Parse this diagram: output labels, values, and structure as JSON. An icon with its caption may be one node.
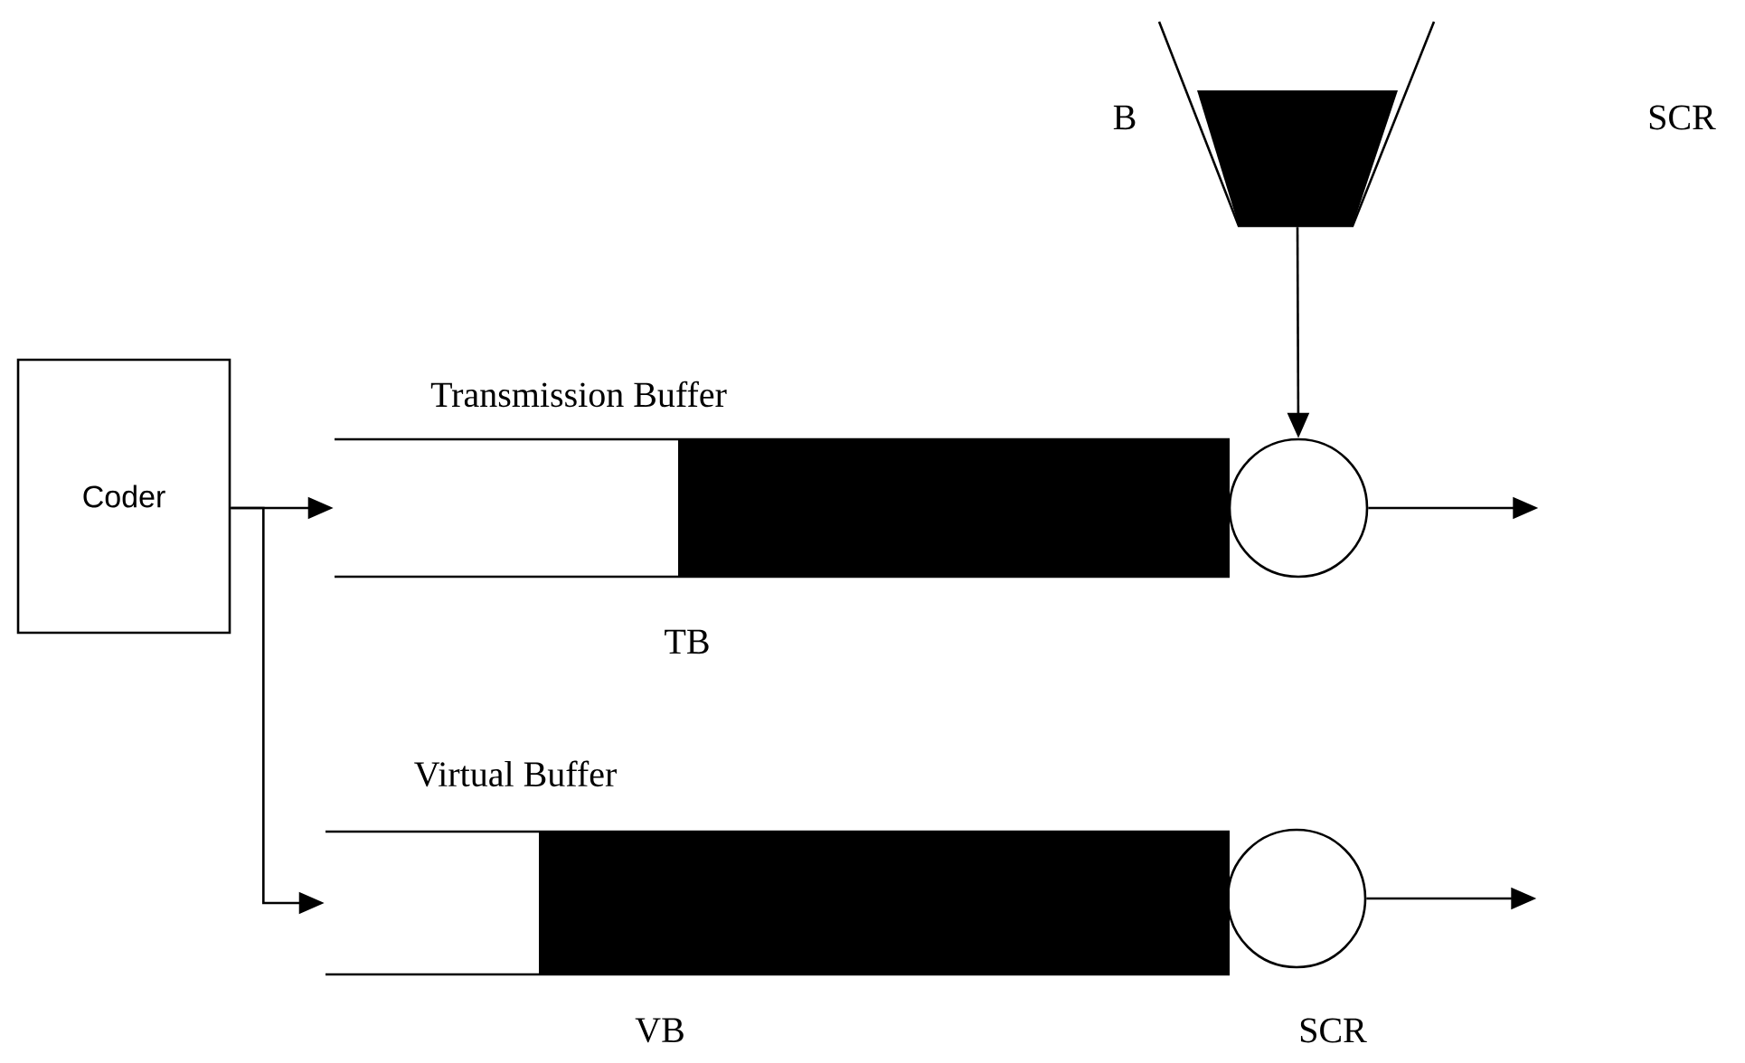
{
  "diagram": {
    "nodes": [
      {
        "text": [
          "Coder"
        ]
      },
      {
        "text": [
          "Transmission Buffer"
        ],
        "beside": [
          "TB"
        ]
      },
      {
        "text": [],
        "shape": "circle"
      },
      {
        "text": [],
        "shape": "bucket",
        "beside": [
          "B"
        ]
      },
      {
        "text": [
          "Virtual Buffer"
        ],
        "beside": [
          "VB"
        ]
      },
      {
        "text": [],
        "shape": "circle",
        "beside": [
          "SCR"
        ]
      }
    ],
    "edges": [
      {
        "from": 0,
        "to": 1,
        "arrow": "to"
      },
      {
        "from": 0,
        "to": 4,
        "arrow": "to"
      },
      {
        "from": 3,
        "to": 2,
        "arrow": "to"
      },
      {
        "from": 2,
        "to": null,
        "arrow": "to"
      },
      {
        "from": 5,
        "to": null,
        "arrow": "to"
      }
    ],
    "labels": [
      "SCR"
    ]
  }
}
